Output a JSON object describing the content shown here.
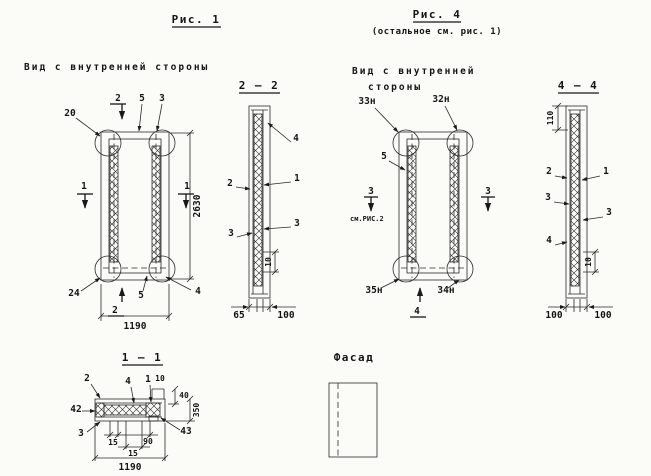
{
  "colors": {
    "ink": "#1a1a1a",
    "paper": "#fbfbf8"
  },
  "fig1": {
    "title": "Рис. 1",
    "view_label": "Вид с внутренней стороны",
    "dims": {
      "width": "1190",
      "height": "2630"
    },
    "marks": {
      "top_left": "20",
      "sec2_top": "2",
      "top_5": "5",
      "top_3": "3",
      "sec1_left": "1",
      "sec1_right": "1",
      "bottom_left": "24",
      "sec2_bottom": "2",
      "bottom_5": "5",
      "bottom_4": "4"
    }
  },
  "sec22": {
    "title": "2 — 2",
    "marks": {
      "m4": "4",
      "m2": "2",
      "m1": "1",
      "m3_right": "3",
      "m3_left": "3"
    },
    "dims": {
      "d10": "10",
      "d65": "65",
      "d100": "100"
    }
  },
  "fig4": {
    "title": "Рис. 4",
    "subtitle": "(остальное см. рис. 1)",
    "view_label_line1": "Вид с внутренней",
    "view_label_line2": "стороны",
    "marks": {
      "top_left": "33н",
      "top_right": "32н",
      "left_5": "5",
      "sec3_left": "3",
      "see_fig2": "см.РИС.2",
      "sec3_right": "3",
      "bottom_left": "35н",
      "bottom_right": "34н",
      "sec4_bottom": "4"
    }
  },
  "sec44": {
    "title": "4 — 4",
    "marks": {
      "m2": "2",
      "m1": "1",
      "m3_left": "3",
      "m3_right": "3",
      "m4": "4"
    },
    "dims": {
      "d110": "110",
      "d10": "10",
      "d100_left": "100",
      "d100_right": "100"
    }
  },
  "sec11": {
    "title": "1 — 1",
    "marks": {
      "m2": "2",
      "m4": "4",
      "m1": "1",
      "m42": "42",
      "m3": "3",
      "m43": "43"
    },
    "dims": {
      "d10": "10",
      "d40": "40",
      "d350": "350",
      "d15_a": "15",
      "d15_b": "15",
      "d90": "90",
      "d1190": "1190"
    }
  },
  "facade": {
    "title": "Фасад"
  }
}
